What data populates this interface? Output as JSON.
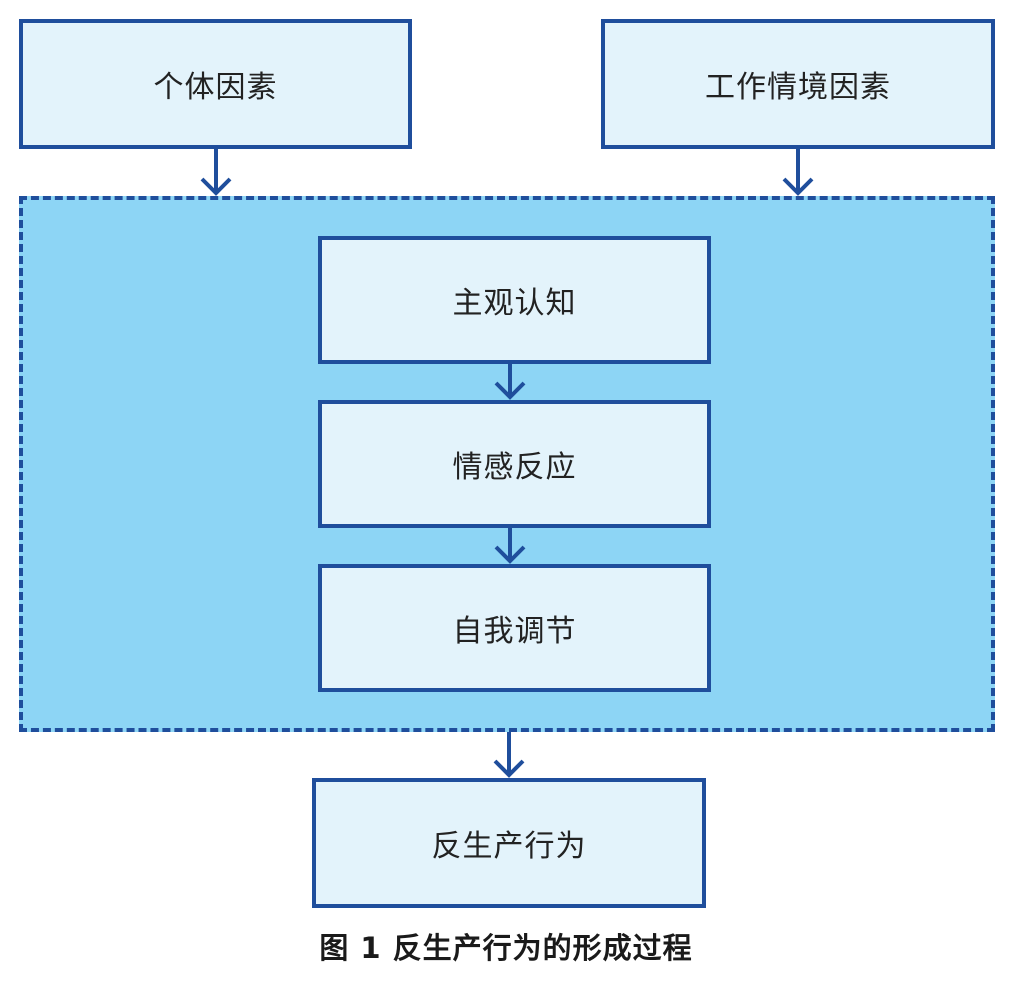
{
  "nodes": {
    "individual_factors": "个体因素",
    "work_context_factors": "工作情境因素",
    "subjective_cognition": "主观认知",
    "emotional_response": "情感反应",
    "self_regulation": "自我调节",
    "counterproductive_behavior": "反生产行为"
  },
  "caption": "图 1  反生产行为的形成过程",
  "colors": {
    "box_fill": "#e3f3fb",
    "border": "#1f4e9c",
    "region_fill": "#8dd5f5"
  }
}
